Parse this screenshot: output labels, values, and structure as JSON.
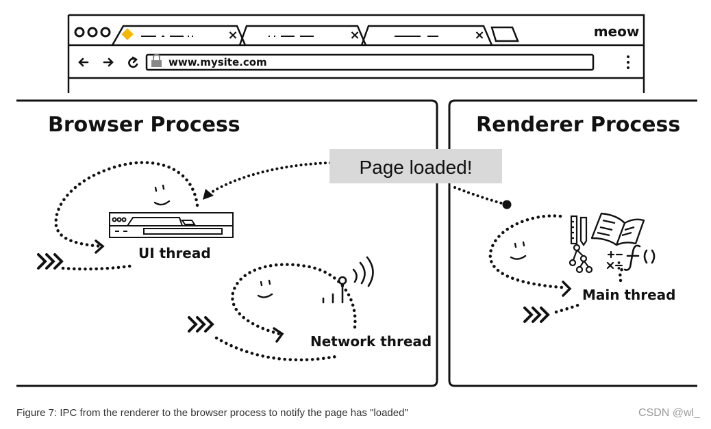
{
  "browser_window": {
    "brand": "meow",
    "url": "www.mysite.com",
    "tabs": [
      {
        "close": "×",
        "active": true
      },
      {
        "close": "×",
        "active": false
      },
      {
        "close": "×",
        "active": false
      }
    ]
  },
  "browser_process": {
    "title": "Browser Process",
    "threads": [
      "UI thread",
      "Network thread"
    ]
  },
  "renderer_process": {
    "title": "Renderer Process",
    "threads": [
      "Main thread"
    ]
  },
  "message": {
    "label": "Page loaded!",
    "colors": {
      "box_fill": "#d9d9d9"
    }
  },
  "caption": "Figure 7: IPC from the renderer to the browser process to notify the page has \"loaded\"",
  "watermark": "CSDN @wl_",
  "icons": [
    "window-controls-icon",
    "favicon-diamond-icon",
    "back-arrow-icon",
    "forward-arrow-icon",
    "reload-icon",
    "lock-icon",
    "kebab-menu-icon",
    "new-tab-icon",
    "antenna-icon",
    "ruler-icon",
    "pencil-icon",
    "book-icon",
    "tree-icon",
    "math-symbols-icon",
    "function-icon",
    "smiley-icon",
    "chevrons-icon"
  ],
  "colors": {
    "accent": "#f5b800",
    "ink": "#111111"
  }
}
